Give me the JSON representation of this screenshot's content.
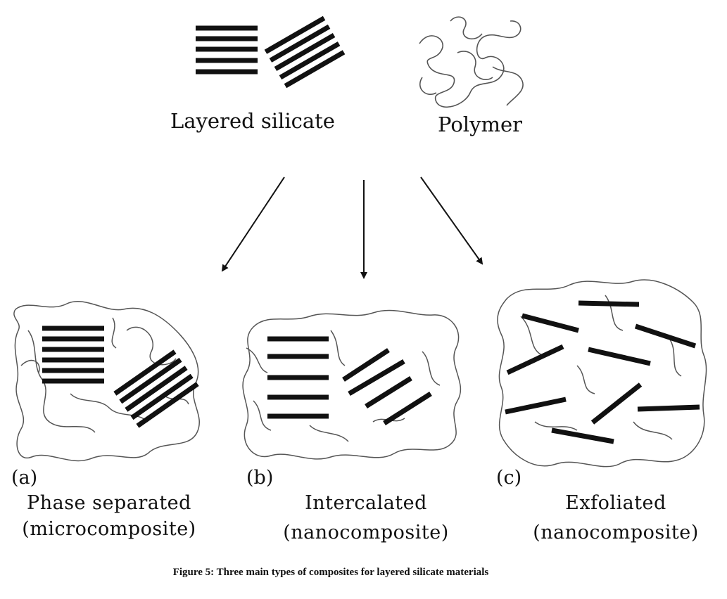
{
  "top": {
    "silicate_label": "Layered silicate",
    "polymer_label": "Polymer"
  },
  "panels": [
    {
      "tag": "(a)",
      "title": "Phase separated",
      "subtitle": "(microcomposite)"
    },
    {
      "tag": "(b)",
      "title": "Intercalated",
      "subtitle": "(nanocomposite)"
    },
    {
      "tag": "(c)",
      "title": "Exfoliated",
      "subtitle": "(nanocomposite)"
    }
  ],
  "caption": "Figure 5: Three main types of composites for layered silicate materials",
  "colors": {
    "ink": "#111111",
    "polymer": "#555555",
    "background": "#ffffff"
  }
}
